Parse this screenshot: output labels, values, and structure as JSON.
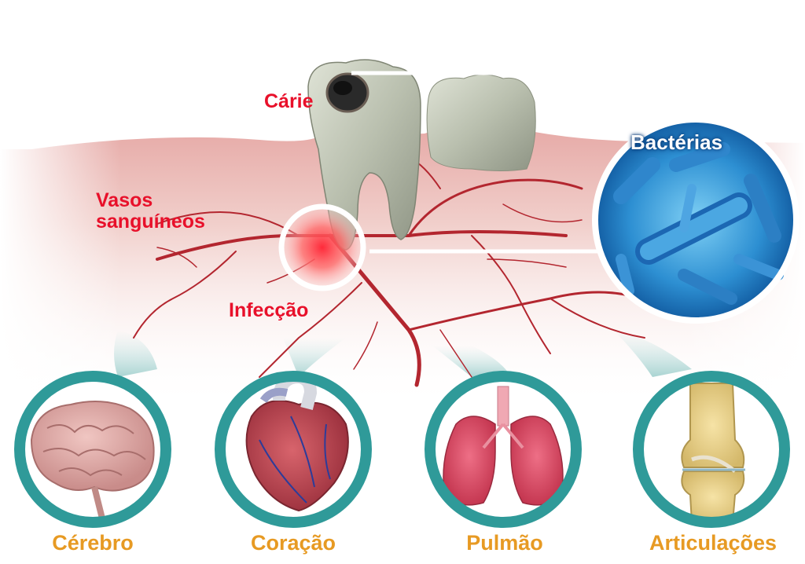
{
  "labels": {
    "carie": "Cárie",
    "vasos_line1": "Vasos",
    "vasos_line2": "sanguíneos",
    "infeccao": "Infecção",
    "bacterias": "Bactérias"
  },
  "organs": [
    {
      "label": "Cérebro",
      "icon": "brain-icon"
    },
    {
      "label": "Coração",
      "icon": "heart-icon"
    },
    {
      "label": "Pulmão",
      "icon": "lungs-icon"
    },
    {
      "label": "Articulações",
      "icon": "knee-joint-icon"
    }
  ],
  "colors": {
    "label_red": "#e8102a",
    "label_orange": "#e79a23",
    "ring_teal": "#2f9a99",
    "bacteria_blue": "#1e8fd6",
    "gum_pink": "#e9b4b0"
  }
}
